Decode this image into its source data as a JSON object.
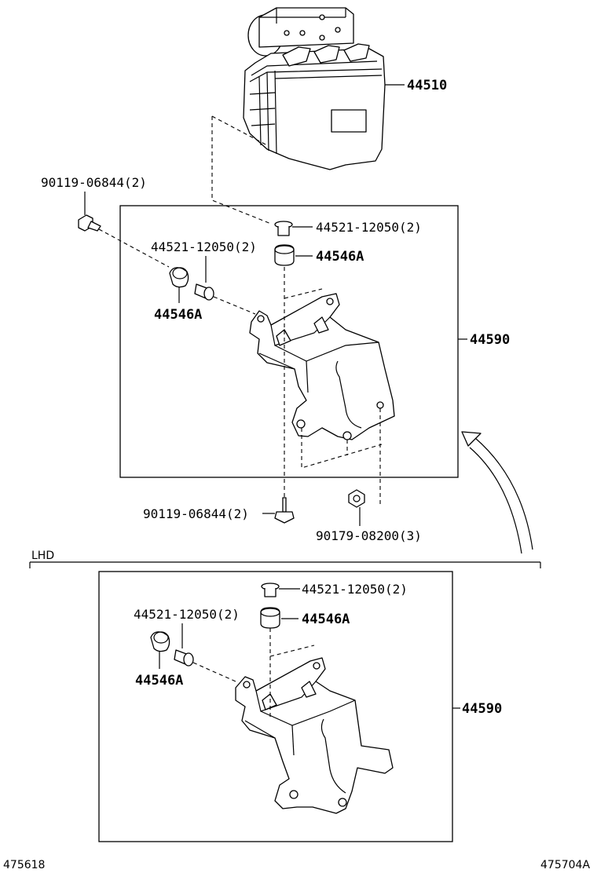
{
  "labels": {
    "abs_actuator": "44510",
    "bolt_top_left": "90119-06844(2)",
    "collar_top_right": "44521-12050(2)",
    "grommet_top_right": "44546A",
    "collar_top_left": "44521-12050(2)",
    "grommet_top_left": "44546A",
    "bracket_top": "44590",
    "bolt_bottom": "90119-06844(2)",
    "nut_bottom": "90179-08200(3)",
    "section_lhd": "LHD",
    "collar_lhd_right": "44521-12050(2)",
    "grommet_lhd_right": "44546A",
    "collar_lhd_left": "44521-12050(2)",
    "grommet_lhd_left": "44546A",
    "bracket_lhd": "44590",
    "ref_left": "475618",
    "ref_right": "475704A"
  }
}
